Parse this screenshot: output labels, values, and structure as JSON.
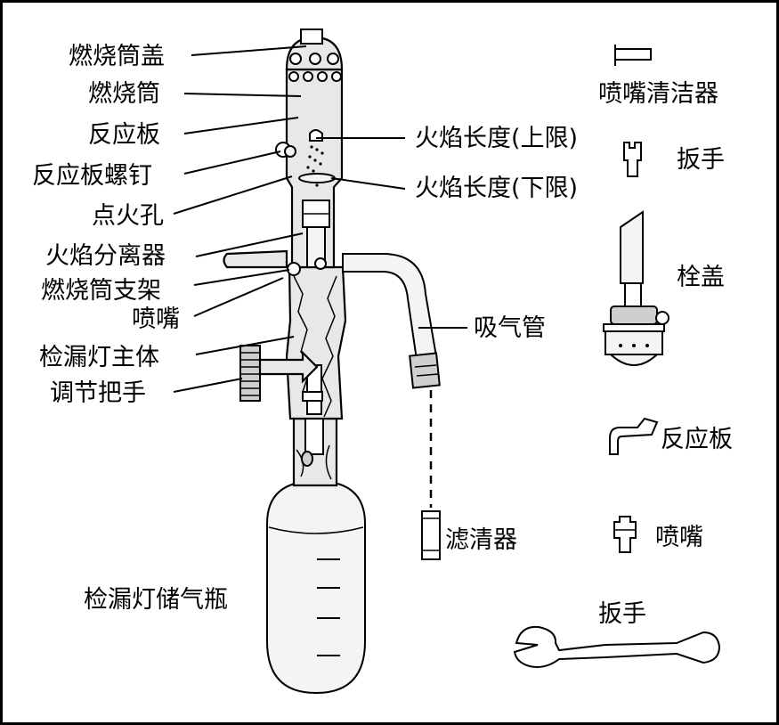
{
  "labels": {
    "burner_cap": "燃烧筒盖",
    "burner_tube": "燃烧筒",
    "reaction_plate": "反应板",
    "reaction_plate_screw": "反应板螺钉",
    "ignition_hole": "点火孔",
    "flame_separator": "火焰分离器",
    "burner_bracket": "燃烧筒支架",
    "nozzle": "喷嘴",
    "lamp_body": "检漏灯主体",
    "adjust_handle": "调节把手",
    "gas_bottle": "检漏灯储气瓶",
    "flame_upper": "火焰长度(上限)",
    "flame_lower": "火焰长度(下限)",
    "suction_tube": "吸气管",
    "filter": "滤清器"
  },
  "parts": {
    "nozzle_cleaner": "喷嘴清洁器",
    "wrench_small": "扳手",
    "plug_cap": "栓盖",
    "reaction_plate": "反应板",
    "nozzle": "喷嘴",
    "wrench_large": "扳手"
  },
  "colors": {
    "ink": "#000000",
    "metal": "#e8e8e8",
    "background": "#ffffff"
  }
}
